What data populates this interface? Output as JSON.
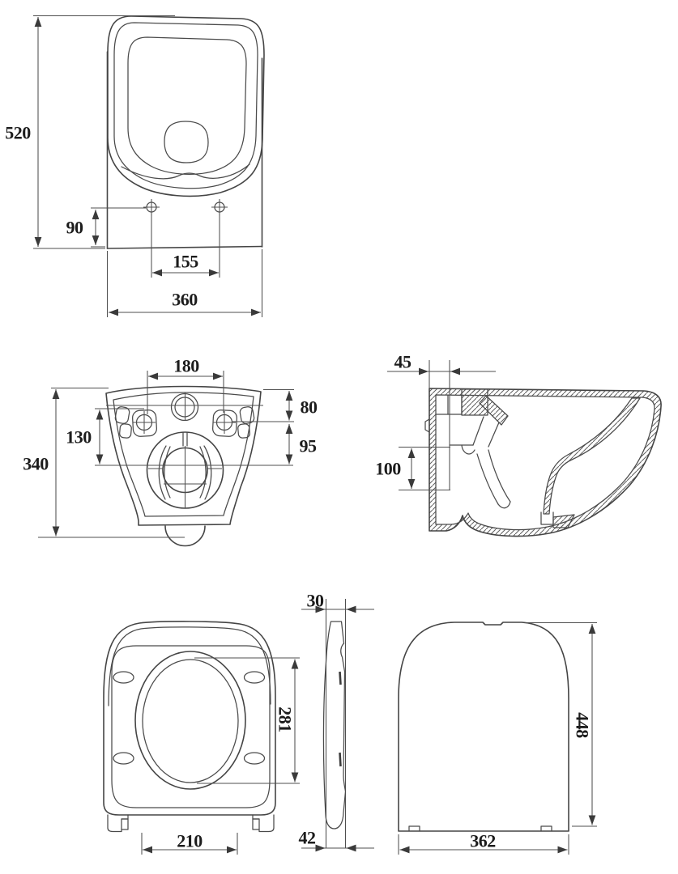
{
  "page": {
    "background": "#ffffff",
    "line_color": "#454545",
    "text_color": "#1c1c1c"
  },
  "views": {
    "wc_plan": {
      "dims": {
        "depth": "520",
        "hole_offset": "90",
        "hole_spacing": "155",
        "width": "360"
      }
    },
    "wc_back": {
      "dims": {
        "inlet_hole_spacing": "180",
        "top_to_holes": "80",
        "holes_to_outlet": "95",
        "pad_span": "130",
        "height": "340"
      }
    },
    "wc_section": {
      "dims": {
        "wall_clearance": "45",
        "outlet_drop": "100"
      }
    },
    "seat_plan": {
      "dims": {
        "opening_length": "281",
        "hinge_spacing": "210"
      }
    },
    "seat_profile": {
      "dims": {
        "front_thickness": "30",
        "rear_thickness": "42"
      }
    },
    "seat_back": {
      "dims": {
        "length": "448",
        "width": "362"
      }
    }
  }
}
